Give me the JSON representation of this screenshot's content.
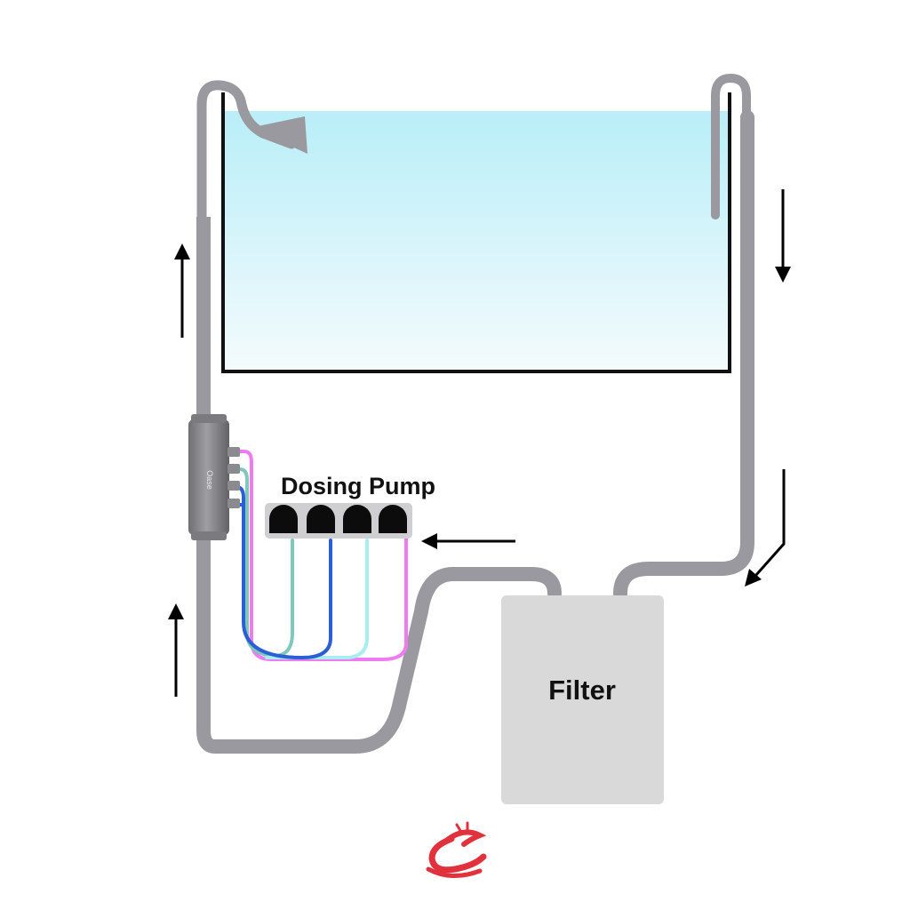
{
  "labels": {
    "dosing_pump": "Dosing Pump",
    "filter": "Filter",
    "device_brand": "Oase"
  },
  "colors": {
    "water_top": "#b9eef8",
    "water_bottom": "#f4fbfd",
    "tubing": "#9a999f",
    "filter_box": "#d9d9d9",
    "pump_head": "#0c0c0c",
    "line_pink": "#ee7cf0",
    "line_teal": "#7fc8bd",
    "line_blue": "#2b5fd4",
    "line_light_cyan": "#a9edf0",
    "logo": "#e0313c",
    "arrow": "#000000"
  },
  "icons": {
    "flow_arrows": "arrow-icon",
    "logo": "dragon-logo"
  }
}
